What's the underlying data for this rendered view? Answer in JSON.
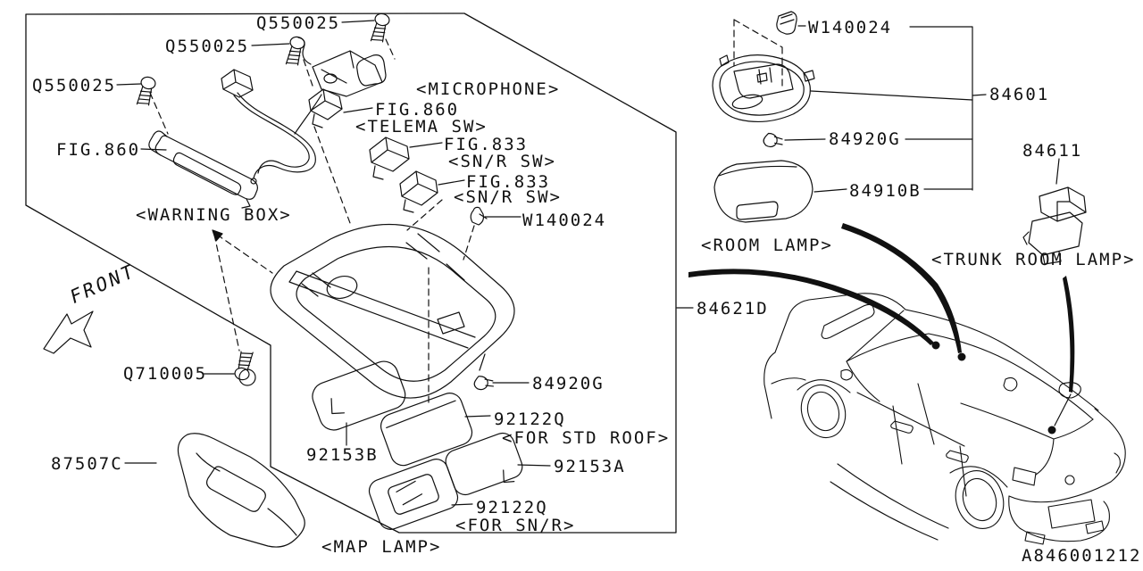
{
  "labels": {
    "q550025_left": "Q550025",
    "q550025_mid": "Q550025",
    "q550025_top": "Q550025",
    "microphone": "<MICROPHONE>",
    "fig860_telema": "FIG.860",
    "telema_sw": "<TELEMA SW>",
    "fig833_a": "FIG.833",
    "snr_sw_a": "<SN/R SW>",
    "fig833_b": "FIG.833",
    "snr_sw_b": "<SN/R SW>",
    "fig860_warning": "FIG.860",
    "warning_box": "<WARNING BOX>",
    "w140024_left": "W140024",
    "q710005": "Q710005",
    "p84920g_left": "84920G",
    "p92122q_std": "92122Q",
    "for_std_roof": "<FOR STD ROOF>",
    "p92153b": "92153B",
    "p92153a": "92153A",
    "p92122q_snr": "92122Q",
    "for_snr": "<FOR SN/R>",
    "map_lamp": "<MAP LAMP>",
    "p87507c": "87507C",
    "p84621d": "84621D",
    "w140024_right": "W140024",
    "p84601": "84601",
    "p84920g_right": "84920G",
    "p84910b": "84910B",
    "p84611": "84611",
    "room_lamp": "<ROOM LAMP>",
    "trunk_room_lamp": "<TRUNK ROOM LAMP>",
    "front": "FRONT",
    "diagram_code": "A846001212"
  }
}
